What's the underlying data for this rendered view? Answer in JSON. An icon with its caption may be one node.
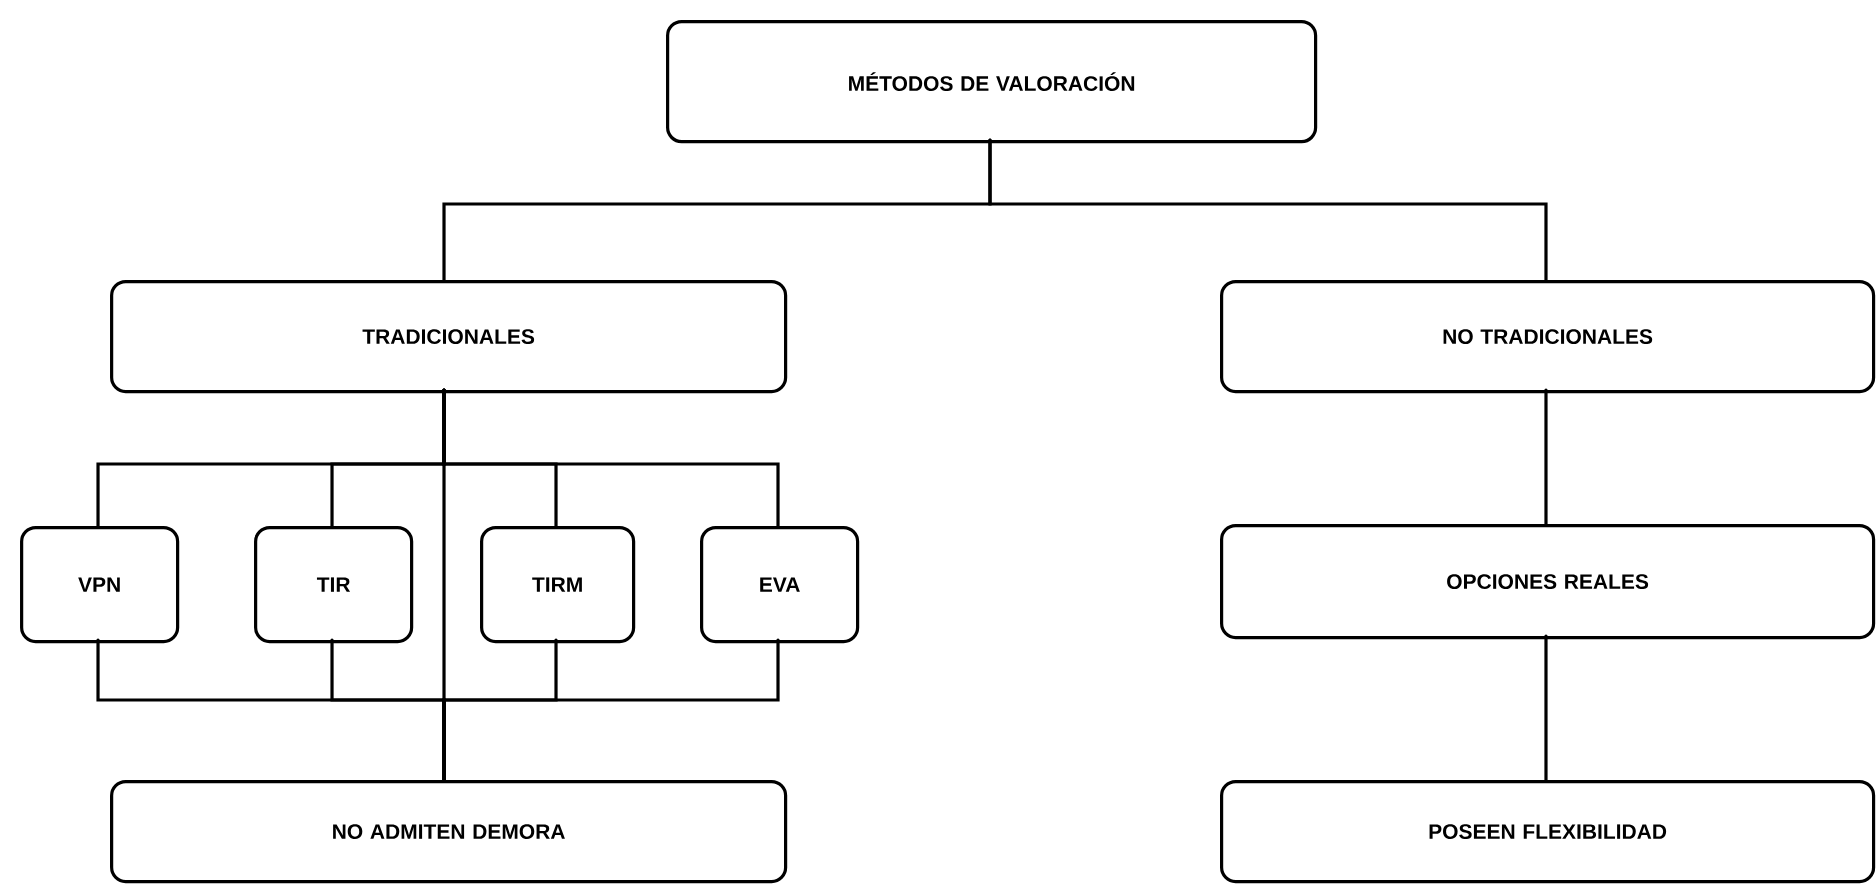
{
  "diagram": {
    "nodes": [
      {
        "text": [
          "MÉTODOS DE VALORACIÓN"
        ]
      },
      {
        "text": [
          "TRADICIONALES"
        ]
      },
      {
        "text": [
          "NO TRADICIONALES"
        ]
      },
      {
        "text": [
          "VPN"
        ]
      },
      {
        "text": [
          "TIR"
        ]
      },
      {
        "text": [
          "TIRM"
        ]
      },
      {
        "text": [
          "EVA"
        ]
      },
      {
        "text": [
          "NO ADMITEN DEMORA"
        ]
      },
      {
        "text": [
          "OPCIONES REALES"
        ]
      },
      {
        "text": [
          "POSEEN FLEXIBILIDAD"
        ]
      }
    ],
    "edges": [
      {
        "from": 0,
        "to": 1,
        "arrow": "none"
      },
      {
        "from": 0,
        "to": 2,
        "arrow": "none"
      },
      {
        "from": 1,
        "to": 3,
        "arrow": "none"
      },
      {
        "from": 1,
        "to": 4,
        "arrow": "none"
      },
      {
        "from": 1,
        "to": 5,
        "arrow": "none"
      },
      {
        "from": 1,
        "to": 6,
        "arrow": "none"
      },
      {
        "from": 1,
        "to": 7,
        "arrow": "none"
      },
      {
        "from": 3,
        "to": 7,
        "arrow": "none"
      },
      {
        "from": 4,
        "to": 7,
        "arrow": "none"
      },
      {
        "from": 5,
        "to": 7,
        "arrow": "none"
      },
      {
        "from": 6,
        "to": 7,
        "arrow": "none"
      },
      {
        "from": 2,
        "to": 8,
        "arrow": "none"
      },
      {
        "from": 8,
        "to": 9,
        "arrow": "none"
      }
    ]
  }
}
